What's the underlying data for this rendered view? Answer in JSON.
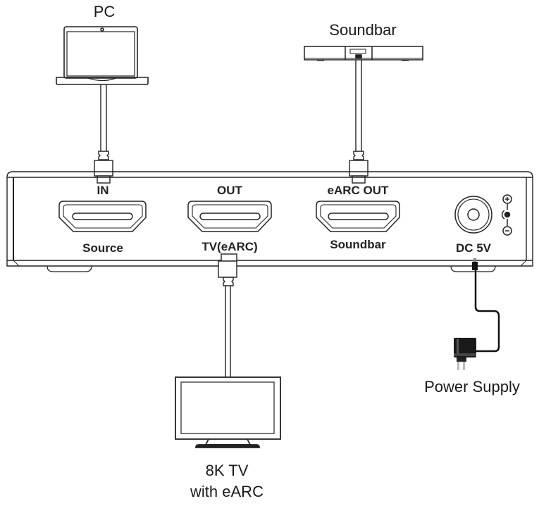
{
  "diagram": {
    "title": "HDMI eARC Extractor Connection Diagram",
    "devices": {
      "pc": {
        "label": "PC"
      },
      "soundbar": {
        "label": "Soundbar"
      },
      "tv": {
        "label_line1": "8K TV",
        "label_line2": "with eARC"
      },
      "power_supply": {
        "label": "Power Supply"
      }
    },
    "ports": {
      "in": {
        "top_label": "IN",
        "bottom_label": "Source"
      },
      "out": {
        "top_label": "OUT",
        "bottom_label": "TV(eARC)"
      },
      "earc_out": {
        "top_label": "eARC OUT",
        "bottom_label": "Soundbar"
      },
      "dc": {
        "label": "DC 5V"
      }
    },
    "polarity": {
      "plus": "+",
      "minus": "−"
    },
    "colors": {
      "line": "#222222",
      "cable_power": "#111111"
    }
  }
}
